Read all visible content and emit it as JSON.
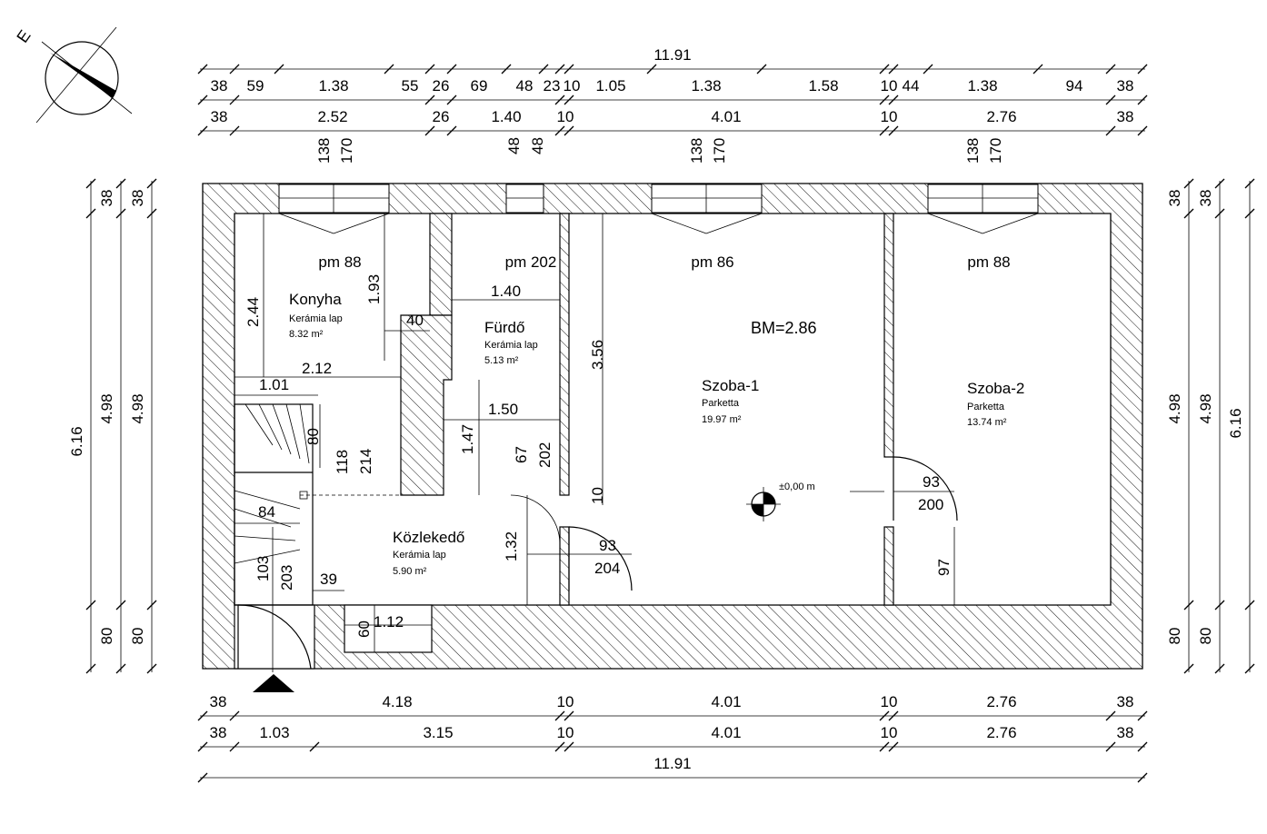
{
  "north": {
    "label": "E"
  },
  "overall": {
    "top": "11.91",
    "bottom": "11.91",
    "left": "6.16",
    "right": "6.16"
  },
  "top_row1": [
    "38",
    "59",
    "1.38",
    "55",
    "26",
    "69",
    "48",
    "23",
    "10",
    "1.05",
    "1.38",
    "1.58",
    "10",
    "44",
    "1.38",
    "94",
    "38"
  ],
  "top_row2": [
    "38",
    "2.52",
    "26",
    "1.40",
    "10",
    "4.01",
    "10",
    "2.76",
    "38"
  ],
  "window_heights": [
    {
      "sill": "138",
      "height": "170"
    },
    {
      "sill": "48",
      "height": "48"
    },
    {
      "sill": "138",
      "height": "170"
    },
    {
      "sill": "138",
      "height": "170"
    }
  ],
  "bottom_row1": [
    "38",
    "4.18",
    "10",
    "4.01",
    "10",
    "2.76",
    "38"
  ],
  "bottom_row2": [
    "38",
    "1.03",
    "3.15",
    "10",
    "4.01",
    "10",
    "2.76",
    "38"
  ],
  "left_dims": {
    "outer": "6.16",
    "mid": "4.98",
    "inner": "4.98",
    "top": "38",
    "top2": "38",
    "bottom": "80",
    "bottom2": "80"
  },
  "right_dims": {
    "outer": "6.16",
    "mid": "4.98",
    "inner": "4.98",
    "top": "38",
    "top2": "38",
    "bottom": "80",
    "bottom2": "80"
  },
  "floor_levels": [
    "pm 88",
    "pm 202",
    "pm 86",
    "pm 88"
  ],
  "ceiling": "BM=2.86",
  "elevation": "±0,00 m",
  "rooms": [
    {
      "name": "Konyha",
      "floor": "Kerámia lap",
      "area": "8.32 m²"
    },
    {
      "name": "Fürdő",
      "floor": "Kerámia lap",
      "area": "5.13 m²"
    },
    {
      "name": "Szoba-1",
      "floor": "Parketta",
      "area": "19.97 m²"
    },
    {
      "name": "Szoba-2",
      "floor": "Parketta",
      "area": "13.74 m²"
    },
    {
      "name": "Közlekedő",
      "floor": "Kerámia lap",
      "area": "5.90 m²"
    }
  ],
  "inner_dims": {
    "konyha_h": "2.44",
    "konyha_w": "2.12",
    "konyha_d": "1.93",
    "konyha_40": "40",
    "furdo_w": "1.40",
    "furdo_w2": "1.50",
    "furdo_h": "1.47",
    "szoba1_h": "3.56",
    "stair_w": "1.01",
    "stair_80": "80",
    "stair_118": "118",
    "stair_214": "214",
    "stair_84": "84",
    "door_103": "103",
    "door_203": "203",
    "d_39": "39",
    "niche_60": "60",
    "niche_112": "1.12",
    "door_67": "67",
    "door_202": "202",
    "d_10": "10",
    "d_132": "1.32",
    "door_93a": "93",
    "door_204": "204",
    "door_93b": "93",
    "door_200": "200",
    "d_97": "97"
  }
}
